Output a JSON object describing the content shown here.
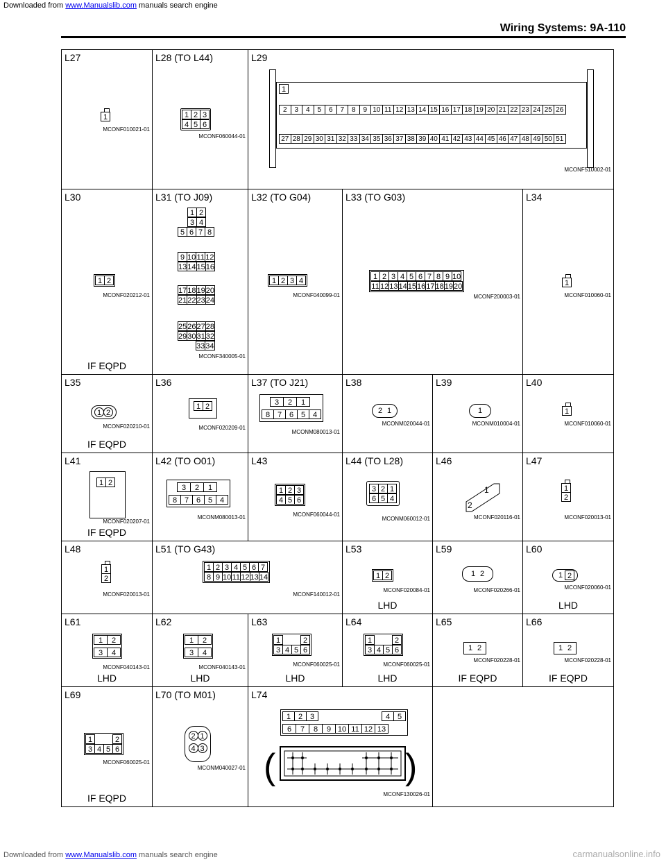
{
  "page": {
    "top_note_prefix": "Downloaded from",
    "top_note_link": "www.Manualslib.com",
    "top_note_suffix": "manuals search engine",
    "header": "Wiring Systems:   9A-110",
    "footer_right": "carmanualsonline.info"
  },
  "cells": {
    "L27": {
      "label": "L27",
      "code": "MCONF010021-01",
      "pins": [
        "1"
      ]
    },
    "L28": {
      "label": "L28 (TO L44)",
      "code": "MCONF060044-01",
      "row1": [
        "1",
        "2",
        "3"
      ],
      "row2": [
        "4",
        "5",
        "6"
      ]
    },
    "L29": {
      "label": "L29",
      "code": "MCONF510002-01",
      "row0": [
        "1"
      ],
      "row1": [
        "2",
        "3",
        "4",
        "5",
        "6",
        "7",
        "8",
        "9",
        "10",
        "11",
        "12",
        "13",
        "14",
        "15",
        "16",
        "17",
        "18",
        "19",
        "20",
        "21",
        "22",
        "23",
        "24",
        "25",
        "26"
      ],
      "row2": [
        "27",
        "28",
        "29",
        "30",
        "31",
        "32",
        "33",
        "34",
        "35",
        "36",
        "37",
        "38",
        "39",
        "40",
        "41",
        "42",
        "43",
        "44",
        "45",
        "46",
        "47",
        "48",
        "49",
        "50",
        "51"
      ]
    },
    "L30": {
      "label": "L30",
      "code": "MCONF020212-01",
      "note": "IF EQPD",
      "pins": [
        "1",
        "2"
      ]
    },
    "L31": {
      "label": "L31 (TO J09)",
      "code": "MCONF340005-01",
      "g1a": [
        "1",
        "2"
      ],
      "g1b": [
        "3",
        "4"
      ],
      "g1c": [
        "5",
        "6",
        "7",
        "8"
      ],
      "g2a": [
        "9",
        "10",
        "11",
        "12"
      ],
      "g2b": [
        "13",
        "14",
        "15",
        "16"
      ],
      "g3a": [
        "17",
        "18",
        "19",
        "20"
      ],
      "g3b": [
        "21",
        "22",
        "23",
        "24"
      ],
      "g4a": [
        "25",
        "26",
        "27",
        "28"
      ],
      "g4b": [
        "29",
        "30",
        "31",
        "32"
      ],
      "g4c": [
        "33",
        "34"
      ]
    },
    "L32": {
      "label": "L32 (TO G04)",
      "code": "MCONF040099-01",
      "pins": [
        "1",
        "2",
        "3",
        "4"
      ]
    },
    "L33": {
      "label": "L33 (TO G03)",
      "code": "MCONF200003-01",
      "row1": [
        "1",
        "2",
        "3",
        "4",
        "5",
        "6",
        "7",
        "8",
        "9",
        "10"
      ],
      "row2": [
        "11",
        "12",
        "13",
        "14",
        "15",
        "16",
        "17",
        "18",
        "19",
        "20"
      ]
    },
    "L34": {
      "label": "L34",
      "code": "MCONF010060-01",
      "pins": [
        "1"
      ]
    },
    "L35": {
      "label": "L35",
      "code": "MCONF020210-01",
      "note": "IF EQPD",
      "pins": [
        "1",
        "2"
      ]
    },
    "L36": {
      "label": "L36",
      "code": "MCONF020209-01",
      "pins": [
        "1",
        "2"
      ]
    },
    "L37": {
      "label": "L37 (TO J21)",
      "code": "MCONM080013-01",
      "row1": [
        "3",
        "2",
        "1"
      ],
      "row2": [
        "8",
        "7",
        "6",
        "5",
        "4"
      ]
    },
    "L38": {
      "label": "L38",
      "code": "MCONM020044-01",
      "pins": [
        "2",
        "1"
      ]
    },
    "L39": {
      "label": "L39",
      "code": "MCONM010004-01",
      "pins": [
        "1"
      ]
    },
    "L40": {
      "label": "L40",
      "code": "MCONF010060-01",
      "pins": [
        "1"
      ]
    },
    "L41": {
      "label": "L41",
      "code": "MCONF020207-01",
      "note": "IF EQPD",
      "pins": [
        "1",
        "2"
      ]
    },
    "L42": {
      "label": "L42 (TO O01)",
      "code": "MCONM080013-01",
      "row1": [
        "3",
        "2",
        "1"
      ],
      "row2": [
        "8",
        "7",
        "6",
        "5",
        "4"
      ]
    },
    "L43": {
      "label": "L43",
      "code": "MCONF060044-01",
      "row1": [
        "1",
        "2",
        "3"
      ],
      "row2": [
        "4",
        "5",
        "6"
      ]
    },
    "L44": {
      "label": "L44 (TO L28)",
      "code": "MCONM060012-01",
      "row1": [
        "3",
        "2",
        "1"
      ],
      "row2": [
        "6",
        "5",
        "4"
      ]
    },
    "L46": {
      "label": "L46",
      "code": "MCONF020116-01",
      "pins": [
        "1",
        "2"
      ]
    },
    "L47": {
      "label": "L47",
      "code": "MCONF020013-01",
      "pins": [
        "1",
        "2"
      ]
    },
    "L48": {
      "label": "L48",
      "code": "MCONF020013-01",
      "pins": [
        "1",
        "2"
      ]
    },
    "L51": {
      "label": "L51 (TO G43)",
      "code": "MCONF140012-01",
      "row1": [
        "1",
        "2",
        "3",
        "4",
        "5",
        "6",
        "7"
      ],
      "row2": [
        "8",
        "9",
        "10",
        "11",
        "12",
        "13",
        "14"
      ]
    },
    "L53": {
      "label": "L53",
      "code": "MCONF020084-01",
      "note": "LHD",
      "pins": [
        "1",
        "2"
      ]
    },
    "L59": {
      "label": "L59",
      "code": "MCONF020266-01",
      "pins": [
        "1",
        "2"
      ]
    },
    "L60": {
      "label": "L60",
      "code": "MCONF020060-01",
      "note": "LHD",
      "pins": [
        "1",
        "2"
      ]
    },
    "L61": {
      "label": "L61",
      "code": "MCONF040143-01",
      "note": "LHD",
      "row1": [
        "1",
        "2"
      ],
      "row2": [
        "3",
        "4"
      ]
    },
    "L62": {
      "label": "L62",
      "code": "MCONF040143-01",
      "note": "LHD",
      "row1": [
        "1",
        "2"
      ],
      "row2": [
        "3",
        "4"
      ]
    },
    "L63": {
      "label": "L63",
      "code": "MCONF060025-01",
      "note": "LHD",
      "row1": [
        "1",
        "2"
      ],
      "row2": [
        "3",
        "4",
        "5",
        "6"
      ]
    },
    "L64": {
      "label": "L64",
      "code": "MCONF060025-01",
      "note": "LHD",
      "row1": [
        "1",
        "2"
      ],
      "row2": [
        "3",
        "4",
        "5",
        "6"
      ]
    },
    "L65": {
      "label": "L65",
      "code": "MCONF020228-01",
      "note": "IF EQPD",
      "pins": [
        "1",
        "2"
      ]
    },
    "L66": {
      "label": "L66",
      "code": "MCONF020228-01",
      "note": "IF EQPD",
      "pins": [
        "1",
        "2"
      ]
    },
    "L69": {
      "label": "L69",
      "code": "MCONF060025-01",
      "note": "IF EQPD",
      "row1": [
        "1",
        "2"
      ],
      "row2": [
        "3",
        "4",
        "5",
        "6"
      ]
    },
    "L70": {
      "label": "L70 (TO M01)",
      "code": "MCONM040027-01",
      "pins": [
        "2",
        "1",
        "4",
        "3"
      ]
    },
    "L74": {
      "label": "L74",
      "code": "MCONF130026-01",
      "row1a": [
        "1",
        "2",
        "3"
      ],
      "row1b": [
        "4",
        "5"
      ],
      "row2": [
        "6",
        "7",
        "8",
        "9",
        "10",
        "11",
        "12",
        "13"
      ]
    }
  }
}
